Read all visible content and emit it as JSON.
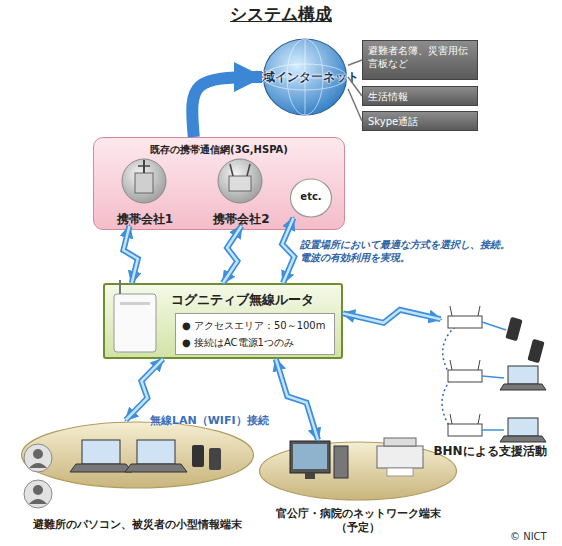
{
  "diagram": {
    "title": "システム構成",
    "nodes": [
      {
        "text": [
          "広域インターネット"
        ]
      },
      {
        "text": [
          "避難者名簿、災害用伝言板など"
        ]
      },
      {
        "text": [
          "生活情報"
        ]
      },
      {
        "text": [
          "Skype通話"
        ]
      },
      {
        "text": [
          "既存の携帯通信網(3G,HSPA)"
        ]
      },
      {
        "text": [
          "携帯会社1"
        ],
        "in": 4
      },
      {
        "text": [
          "携帯会社2"
        ],
        "in": 4
      },
      {
        "text": [
          "etc."
        ],
        "in": 4
      },
      {
        "text": [
          "コグニティブ無線ルータ"
        ]
      },
      {
        "text": [
          "● アクセスエリア：50～100m",
          "● 接続はAC電源1つのみ"
        ],
        "in": 8
      },
      {
        "text": [
          "避難所のパソコン、被災者の小型情報端末"
        ]
      },
      {
        "text": [
          "官公庁・病院のネットワーク端末（予定）"
        ]
      },
      {
        "text": [
          "BHNによる支援活動"
        ]
      }
    ],
    "edges": [
      {
        "from": 4,
        "to": 0,
        "arrow": "to"
      },
      {
        "from": 0,
        "to": 1,
        "arrow": "none"
      },
      {
        "from": 0,
        "to": 2,
        "arrow": "none"
      },
      {
        "from": 0,
        "to": 3,
        "arrow": "none"
      },
      {
        "from": 5,
        "to": 8,
        "arrow": "both"
      },
      {
        "from": 6,
        "to": 8,
        "arrow": "both"
      },
      {
        "from": 7,
        "to": 8,
        "arrow": "both",
        "label": "設置場所において最適な方式を選択し、接続。電波の有効利用を実現。"
      },
      {
        "from": 8,
        "to": 10,
        "arrow": "both",
        "label": "無線LAN（WIFI）接続"
      },
      {
        "from": 8,
        "to": 11,
        "arrow": "both"
      },
      {
        "from": 8,
        "to": 12,
        "arrow": "both"
      }
    ],
    "labels": [
      "© NICT"
    ]
  }
}
